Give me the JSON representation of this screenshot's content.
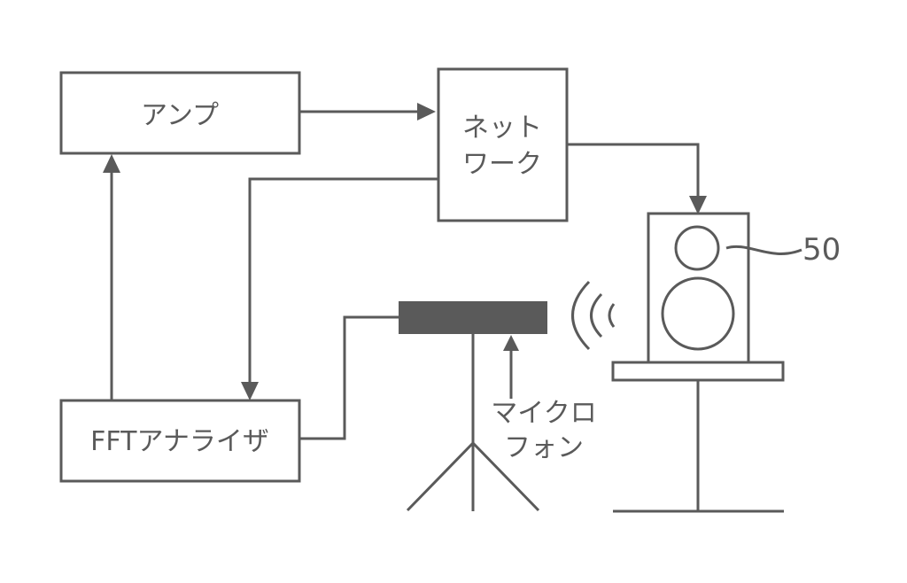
{
  "blocks": {
    "amp": "アンプ",
    "network_line1": "ネット",
    "network_line2": "ワーク",
    "fft": "FFTアナライザ"
  },
  "microphone": {
    "label_line1": "マイクロ",
    "label_line2": "フォン"
  },
  "speaker": {
    "ref_number": "50"
  },
  "colors": {
    "stroke": "#5a5a5a",
    "mic_fill": "#5a5a5a",
    "background": "#ffffff"
  }
}
